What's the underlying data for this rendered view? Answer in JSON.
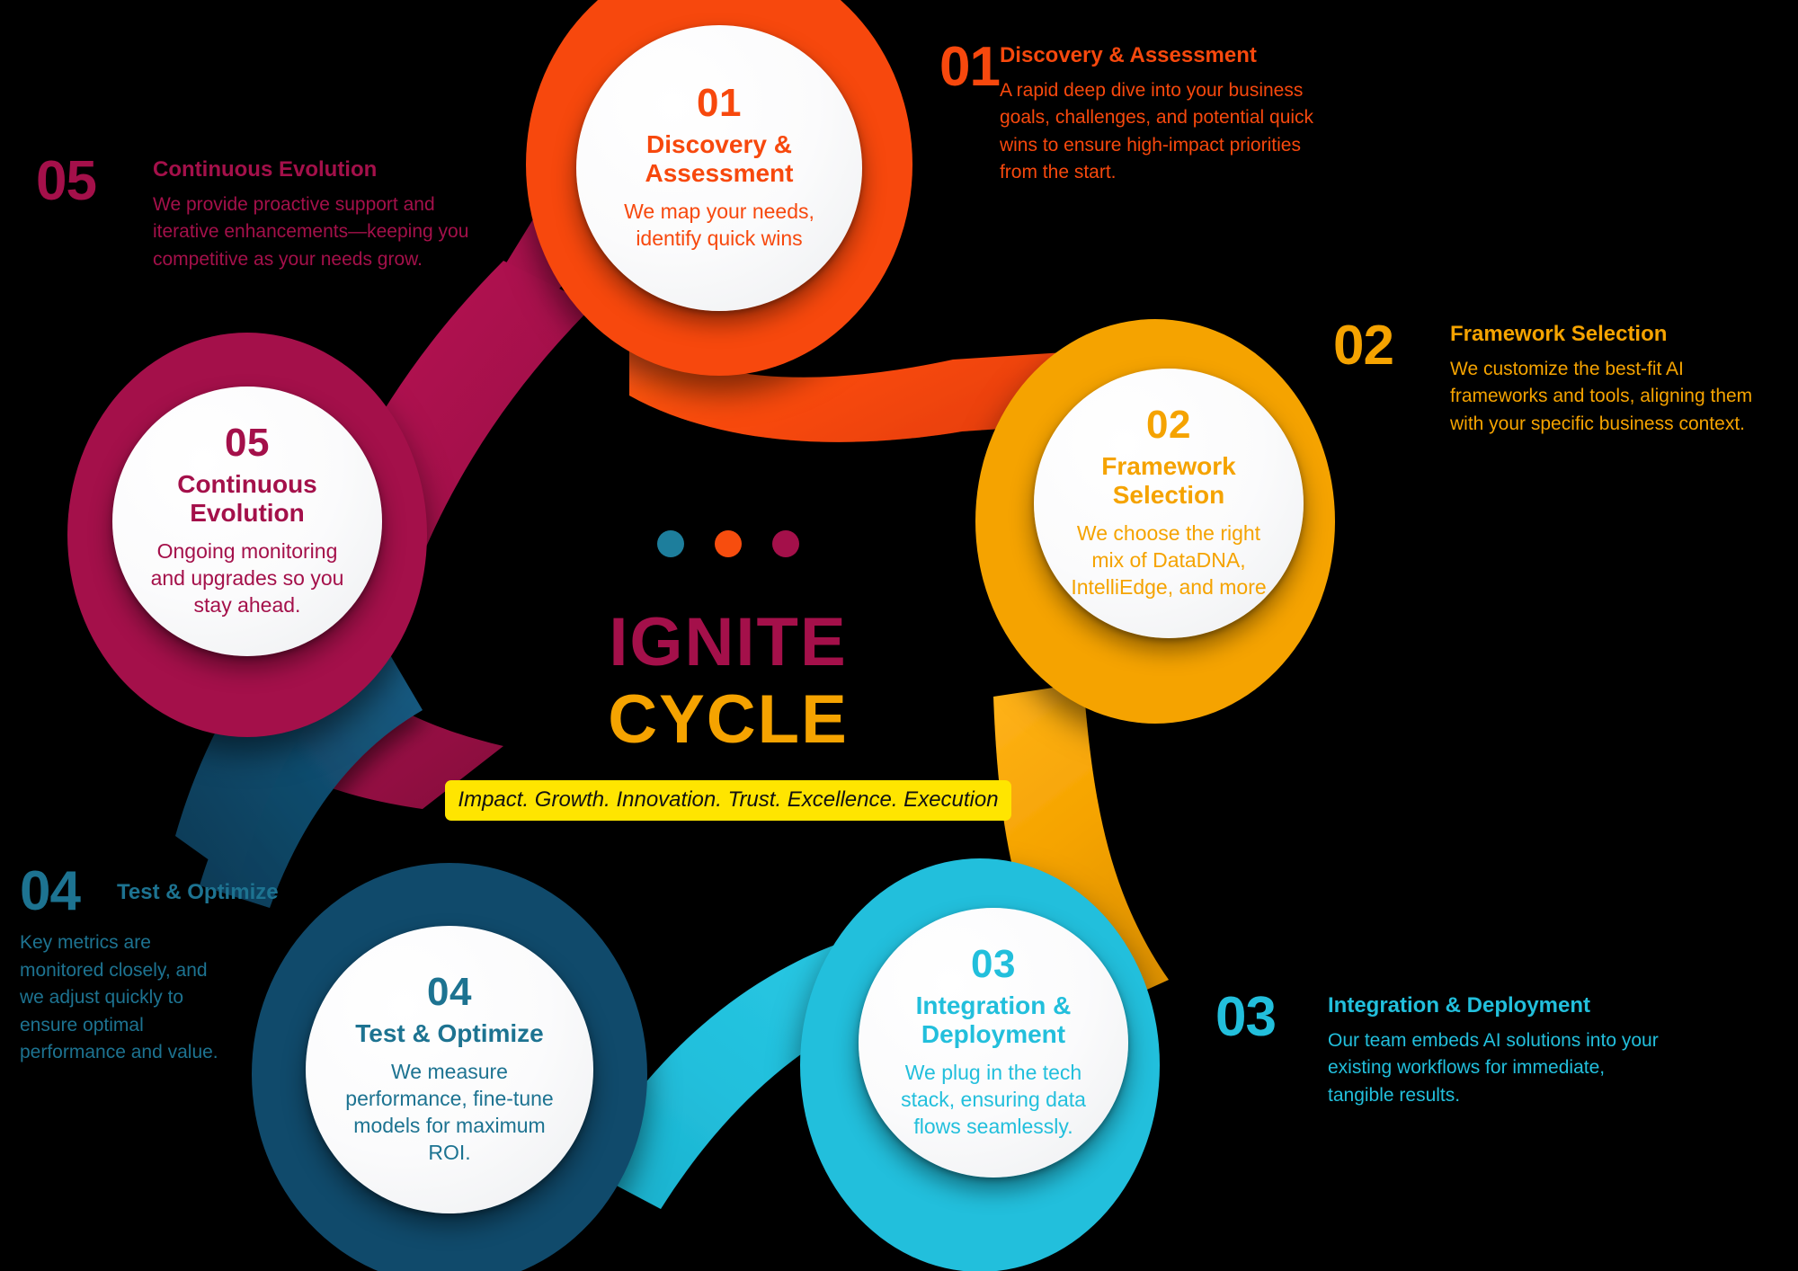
{
  "center": {
    "brand_line1": "IGNITE",
    "brand_line2": "CYCLE",
    "tagline": "Impact. Growth. Innovation. Trust. Excellence. Execution",
    "tagline_bg": "#FFE500",
    "dots": [
      {
        "name": "dot-teal",
        "color": "#1D7E9C"
      },
      {
        "name": "dot-orange",
        "color": "#F74D0E"
      },
      {
        "name": "dot-magenta",
        "color": "#A4104A"
      }
    ],
    "brand_line1_color": "#A4104A",
    "brand_line2_color": "#F5A300"
  },
  "steps": [
    {
      "number": "01",
      "title_line1": "Discovery &",
      "title_line2": "Assessment",
      "bubble_desc_line1": "We map your needs,",
      "bubble_desc_line2": "identify quick wins",
      "caption_heading": "Discovery & Assessment",
      "caption_body": "A rapid deep dive into your business goals, challenges, and potential quick wins to ensure high-impact priorities from the start.",
      "color": "#F7480D",
      "ring_color": "#F7480D"
    },
    {
      "number": "02",
      "title_line1": "Framework",
      "title_line2": "Selection",
      "bubble_desc_line1": "We choose the right",
      "bubble_desc_line2": "mix of DataDNA,",
      "bubble_desc_line3": "IntelliEdge, and more",
      "caption_heading": "Framework Selection",
      "caption_body": "We customize the best-fit AI frameworks and tools, aligning them with your specific business context.",
      "color": "#F5A300",
      "ring_color": "#F5A300"
    },
    {
      "number": "03",
      "title_line1": "Integration &",
      "title_line2": "Deployment",
      "bubble_desc_line1": "We plug in the tech",
      "bubble_desc_line2": "stack, ensuring data",
      "bubble_desc_line3": "flows seamlessly.",
      "caption_heading": "Integration & Deployment",
      "caption_body": "Our team embeds AI solutions into your existing workflows for immediate, tangible results.",
      "color": "#22BFDC",
      "ring_color": "#22BFDC"
    },
    {
      "number": "04",
      "title_line1": "Test & Optimize",
      "title_line2": "",
      "bubble_desc_line1": "We measure",
      "bubble_desc_line2": "performance, fine-tune",
      "bubble_desc_line3": "models for maximum",
      "bubble_desc_line4": "ROI.",
      "caption_heading": "Test & Optimize",
      "caption_body": "Key metrics are monitored closely, and we adjust quickly to ensure optimal performance and value.",
      "color": "#1D7391",
      "ring_color": "#104A6B"
    },
    {
      "number": "05",
      "title_line1": "Continuous",
      "title_line2": "Evolution",
      "bubble_desc_line1": "Ongoing monitoring",
      "bubble_desc_line2": "and upgrades so you",
      "bubble_desc_line3": "stay ahead.",
      "caption_heading": "Continuous Evolution",
      "caption_body": "We provide proactive support and iterative enhancements—keeping you competitive as your needs grow.",
      "color": "#A4104A",
      "ring_color": "#A4104A"
    }
  ]
}
